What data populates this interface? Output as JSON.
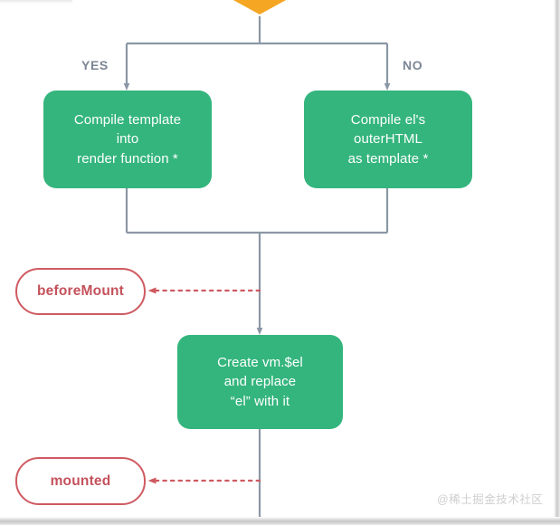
{
  "diagram": {
    "title_hidden": "",
    "colors": {
      "process_fill": "#34b57d",
      "process_text": "#ffffff",
      "hook_border": "#cf5a61",
      "hook_text": "#c4525c",
      "wire": "#8b97a6",
      "dotted_wire": "#d06a72",
      "decision_fill": "#f5a623",
      "branch_label": "#7b8694",
      "background": "#ffffff"
    },
    "decision_node": {
      "name": "decision-diamond-partial",
      "shape": "diamond-bottom-tip"
    },
    "branches": [
      {
        "id": "yes",
        "label": "YES"
      },
      {
        "id": "no",
        "label": "NO"
      }
    ],
    "process_nodes": [
      {
        "id": "compile-template",
        "lines": [
          "Compile template",
          "into",
          "render function *"
        ]
      },
      {
        "id": "compile-outerhtml",
        "lines": [
          "Compile el's",
          "outerHTML",
          "as template *"
        ]
      },
      {
        "id": "create-vm-el",
        "lines": [
          "Create vm.$el",
          "and replace",
          "“el” with it"
        ]
      }
    ],
    "lifecycle_hooks": [
      {
        "id": "before-mount",
        "label": "beforeMount"
      },
      {
        "id": "mounted",
        "label": "mounted"
      }
    ],
    "watermark": "@稀土掘金技术社区"
  }
}
